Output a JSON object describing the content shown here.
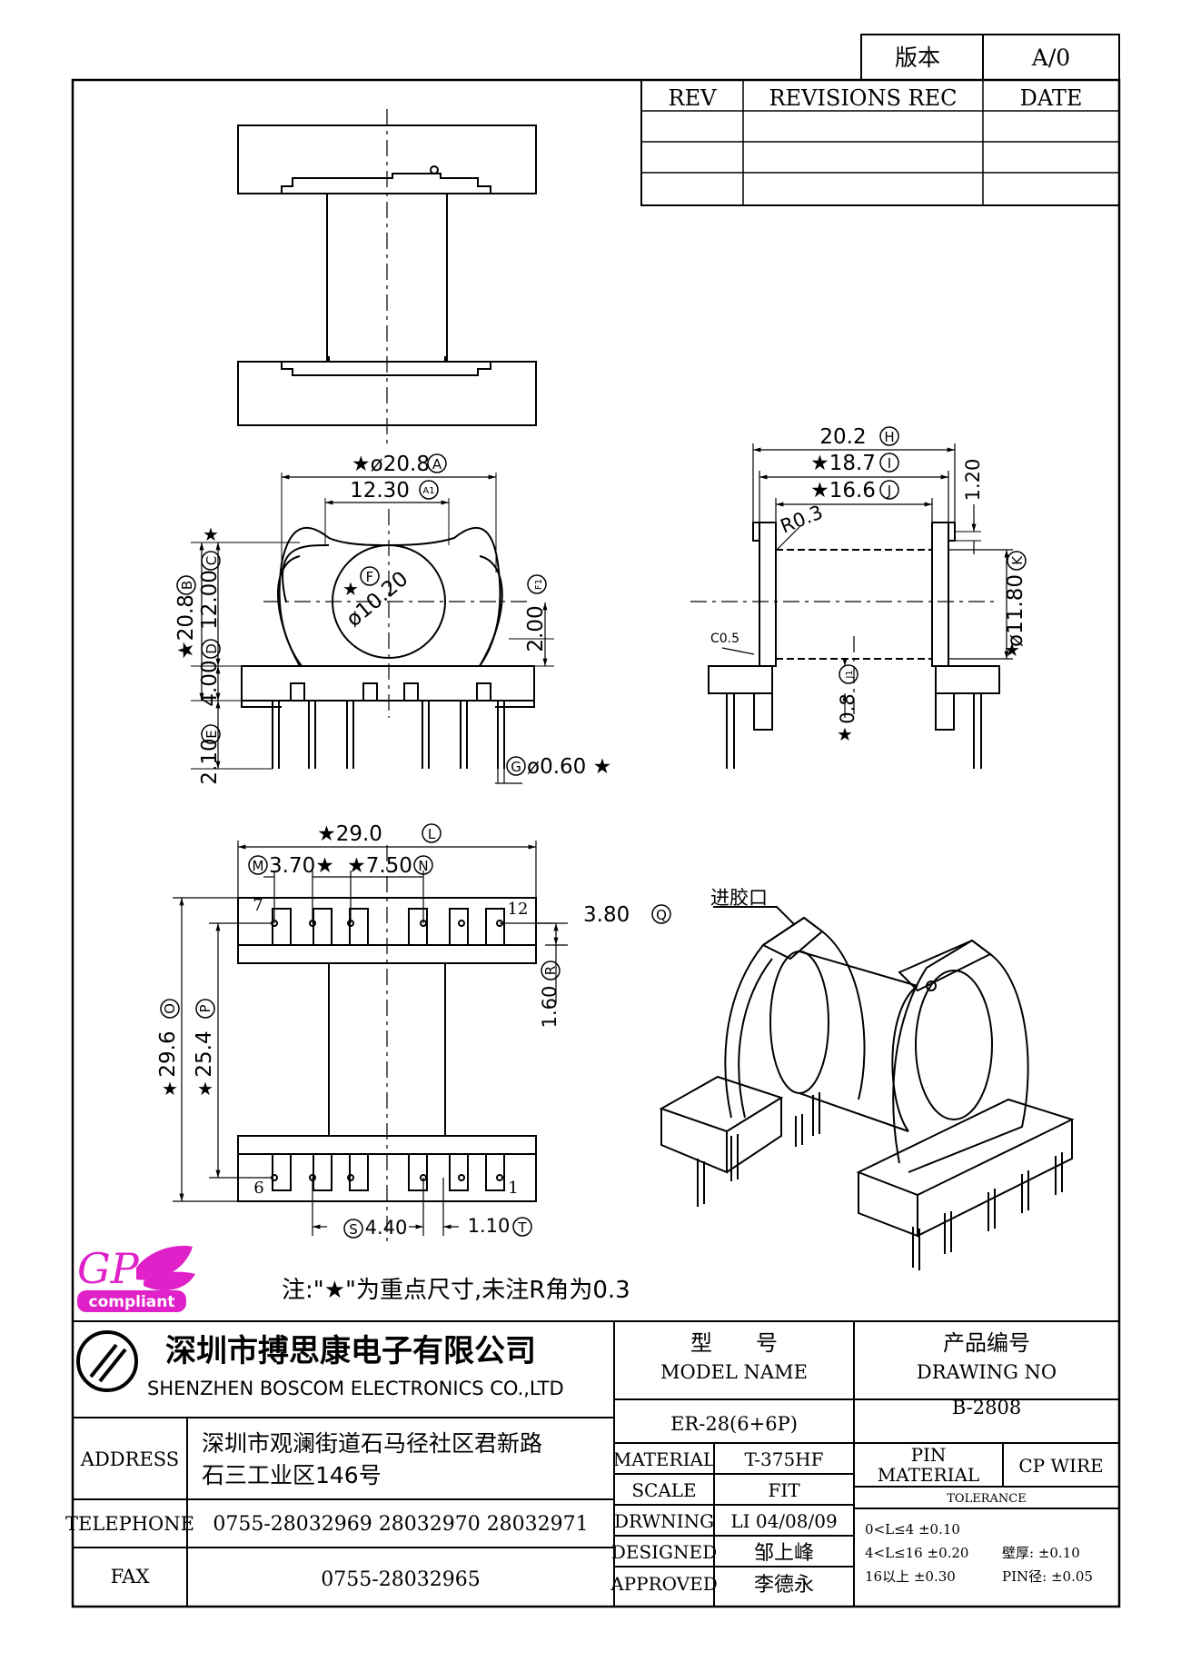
{
  "version": {
    "label": "版本",
    "value": "A/0"
  },
  "revisions": {
    "rev": "REV",
    "rec": "REVISIONS REC",
    "date": "DATE"
  },
  "dims": {
    "a": "★ø20.8",
    "a_tag": "A",
    "a1": "12.30",
    "a1_tag": "A1",
    "b": "★20.8",
    "b_tag": "B",
    "c": "12.00",
    "c_tag": "C",
    "d": "4.00",
    "d_tag": "D",
    "e": "2.10",
    "e_tag": "E",
    "f": "ø10.20",
    "f_tag": "F",
    "f1": "2.00",
    "f1_tag": "F1",
    "g": "ø0.60 ★",
    "g_tag": "G",
    "h": "20.2",
    "h_tag": "H",
    "i": "★18.7",
    "i_tag": "I",
    "j": "★16.6",
    "j_tag": "J",
    "j1": "0.8",
    "j1_tag": "J1",
    "k": "ø11.80",
    "k_tag": "K",
    "r03": "R0.3",
    "c05": "C0.5",
    "v120": "1.20",
    "l": "★29.0",
    "l_tag": "L",
    "m": "3.70★",
    "m_tag": "M",
    "n": "★7.50",
    "n_tag": "N",
    "o": "29.6",
    "o_tag": "O",
    "p": "25.4",
    "p_tag": "P",
    "q": "3.80",
    "q_tag": "Q",
    "r": "1.60",
    "r_tag": "R",
    "s": "4.40",
    "s_tag": "S",
    "t": "1.10",
    "t_tag": "T",
    "star": "★",
    "pin7": "7",
    "pin12": "12",
    "pin6": "6",
    "pin1": "1",
    "gate": "进胶口"
  },
  "logo": {
    "gp": "GP",
    "compliant": "compliant"
  },
  "note": "注:\"★\"为重点尺寸,未注R角为0.3",
  "company": {
    "cn": "深圳市搏思康电子有限公司",
    "en": "SHENZHEN BOSCOM ELECTRONICS CO.,LTD"
  },
  "model": {
    "label_cn": "型　　号",
    "label_en": "MODEL NAME",
    "value": "ER-28(6+6P)"
  },
  "drawing": {
    "label_cn": "产品编号",
    "label_en": "DRAWING NO",
    "value": "B-2808"
  },
  "address": {
    "label": "ADDRESS",
    "line1": "深圳市观澜街道石马径社区君新路",
    "line2": "石三工业区146号"
  },
  "telephone": {
    "label": "TELEPHONE",
    "value": "0755-28032969 28032970 28032971"
  },
  "fax": {
    "label": "FAX",
    "value": "0755-28032965"
  },
  "material": {
    "label": "MATERIAL",
    "value": "T-375HF"
  },
  "scale": {
    "label": "SCALE",
    "value": "FIT"
  },
  "drwning": {
    "label": "DRWNING",
    "value": "LI 04/08/09"
  },
  "designed": {
    "label": "DESIGNED",
    "value": "邹上峰"
  },
  "approved": {
    "label": "APPROVED",
    "value": "李德永"
  },
  "pin_material": {
    "line1": "PIN",
    "line2": "MATERIAL",
    "value": "CP WIRE"
  },
  "tolerance": {
    "title": "TOLERANCE",
    "r1": "0<L≤4  ±0.10",
    "r2": "4<L≤16  ±0.20",
    "r3": "16以上      ±0.30",
    "w1": "壁厚:  ±0.10",
    "w2": "PIN径: ±0.05"
  },
  "colors": {
    "line": "#000000",
    "logo": "#e020c8"
  }
}
